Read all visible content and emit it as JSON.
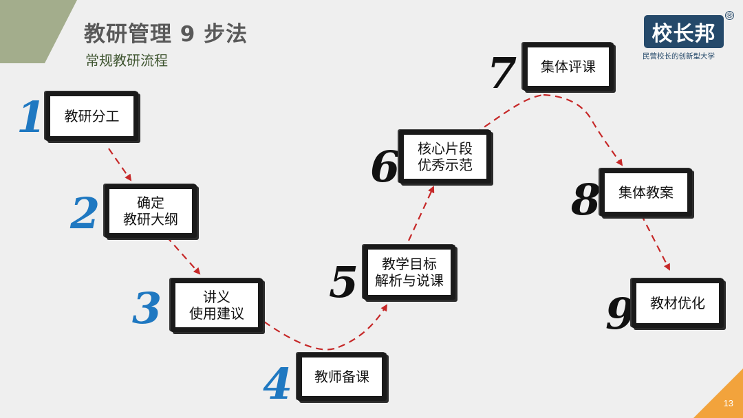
{
  "header": {
    "title": "教研管理 9 步法",
    "subtitle": "常规教研流程"
  },
  "logo": {
    "text": "校长邦",
    "registered": "®",
    "tagline": "民营校长的创新型大学"
  },
  "page_number": "13",
  "colors": {
    "accent_green": "#a3ad8c",
    "accent_orange": "#f2a33c",
    "step_blue": "#1f78c1",
    "arrow_red": "#c62828",
    "logo_navy": "#25496a"
  },
  "steps": [
    {
      "num": "1",
      "lines": [
        "教研分工"
      ]
    },
    {
      "num": "2",
      "lines": [
        "确定",
        "教研大纲"
      ]
    },
    {
      "num": "3",
      "lines": [
        "讲义",
        "使用建议"
      ]
    },
    {
      "num": "4",
      "lines": [
        "教师备课"
      ]
    },
    {
      "num": "5",
      "lines": [
        "教学目标",
        "解析与说课"
      ]
    },
    {
      "num": "6",
      "lines": [
        "核心片段",
        "优秀示范"
      ]
    },
    {
      "num": "7",
      "lines": [
        "集体评课"
      ]
    },
    {
      "num": "8",
      "lines": [
        "集体教案"
      ]
    },
    {
      "num": "9",
      "lines": [
        "教材优化"
      ]
    }
  ]
}
